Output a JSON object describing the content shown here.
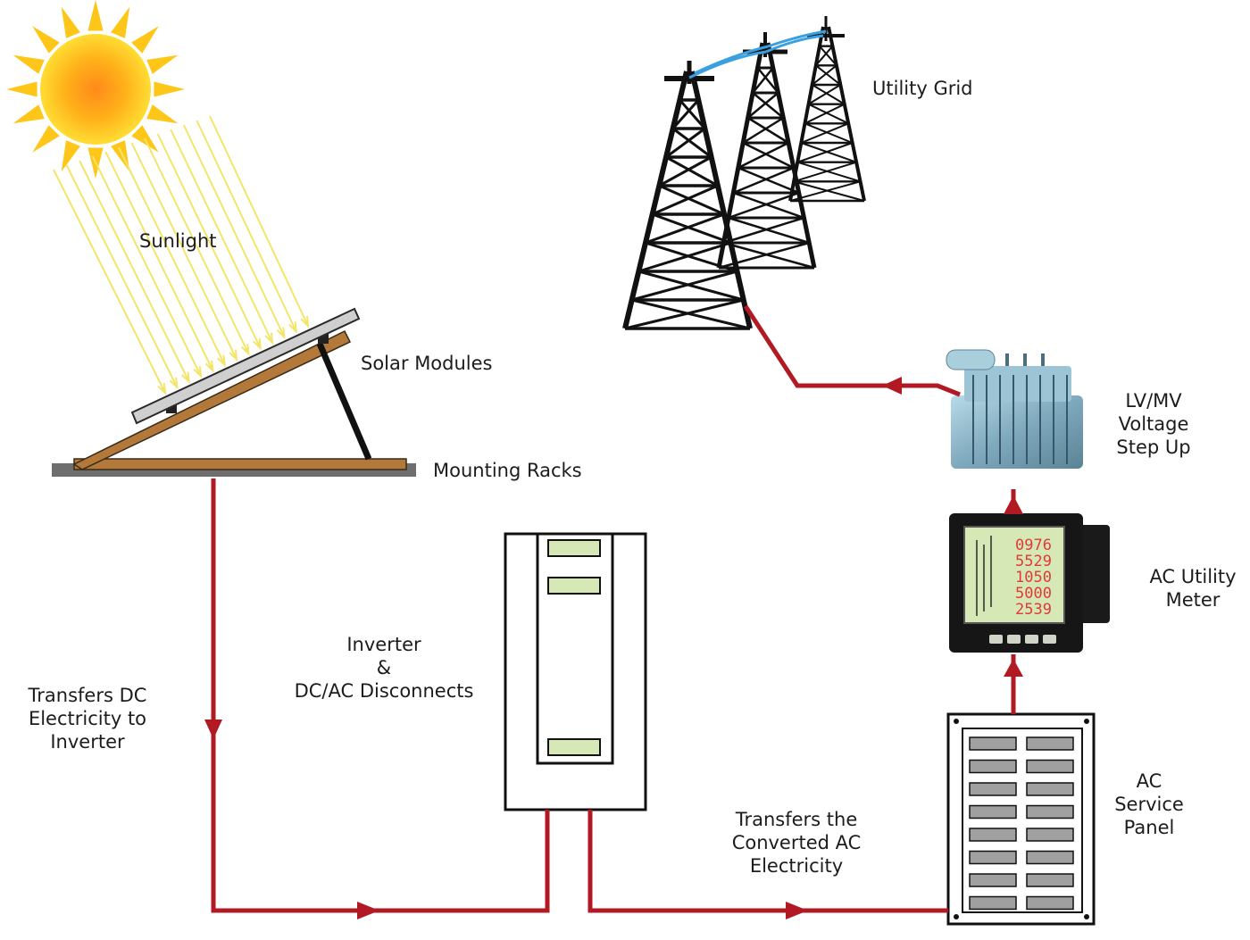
{
  "labels": {
    "sunlight": "Sunlight",
    "solar_modules": "Solar Modules",
    "mounting_racks": "Mounting Racks",
    "utility_grid": "Utility Grid",
    "step_up": "LV/MV\nVoltage\nStep Up",
    "utility_meter": "AC Utility\nMeter",
    "inverter": "Inverter\n&\nDC/AC Disconnects",
    "transfers_dc": "Transfers DC\nElectricity to\nInverter",
    "transfers_ac": "Transfers the\nConverted AC\nElectricity",
    "service_panel": "AC\nService\nPanel"
  },
  "meter_readings": [
    "0976",
    "5529",
    "1050",
    "5000",
    "2539"
  ],
  "colors": {
    "wire": "#b11a23",
    "sun": "#ffc61a",
    "ray": "#f3e56a",
    "rack": "#b3793b",
    "module": "#4a4a4a",
    "tower": "#111111",
    "grid_line": "#3aa0e0",
    "lcd": "#d6e8b5",
    "breaker": "#a0a0a0",
    "meter_digits": "#e03a3a"
  }
}
